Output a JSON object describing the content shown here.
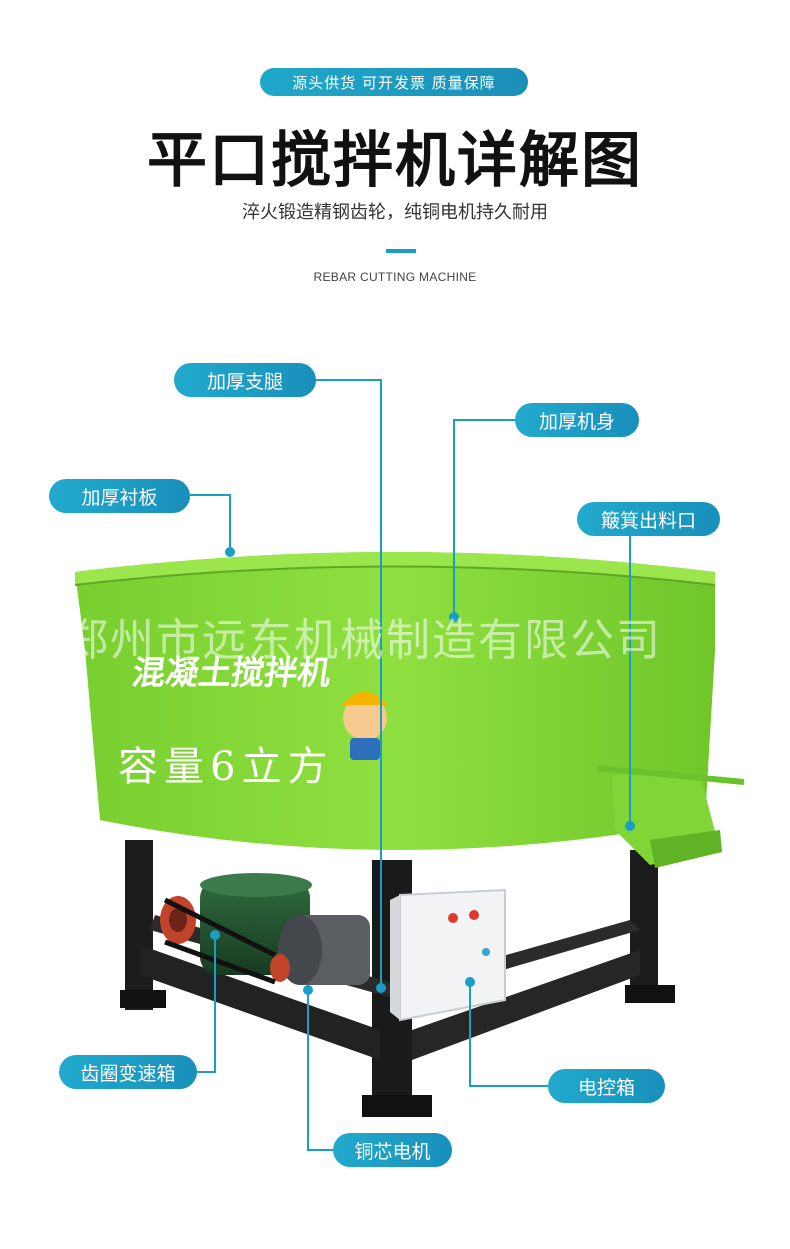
{
  "header": {
    "badge": "源头供货  可开发票  质量保障",
    "title": "平口搅拌机详解图",
    "subtitle": "淬火锻造精钢齿轮，纯铜电机持久耐用",
    "english": "REBAR CUTTING MACHINE"
  },
  "labels": {
    "legs": "加厚支腿",
    "body": "加厚机身",
    "liner": "加厚衬板",
    "outlet": "簸箕出料口",
    "gearbox": "齿圈变速箱",
    "control_box": "电控箱",
    "motor": "铜芯电机"
  },
  "tank": {
    "line1": "混凝土搅拌机",
    "line2": "容量6立方"
  },
  "watermark": "郑州市远东机械制造有限公司",
  "colors": {
    "accent": "#1b9ec3",
    "tank_green": "#86d93a",
    "frame": "#1c1c1c"
  }
}
